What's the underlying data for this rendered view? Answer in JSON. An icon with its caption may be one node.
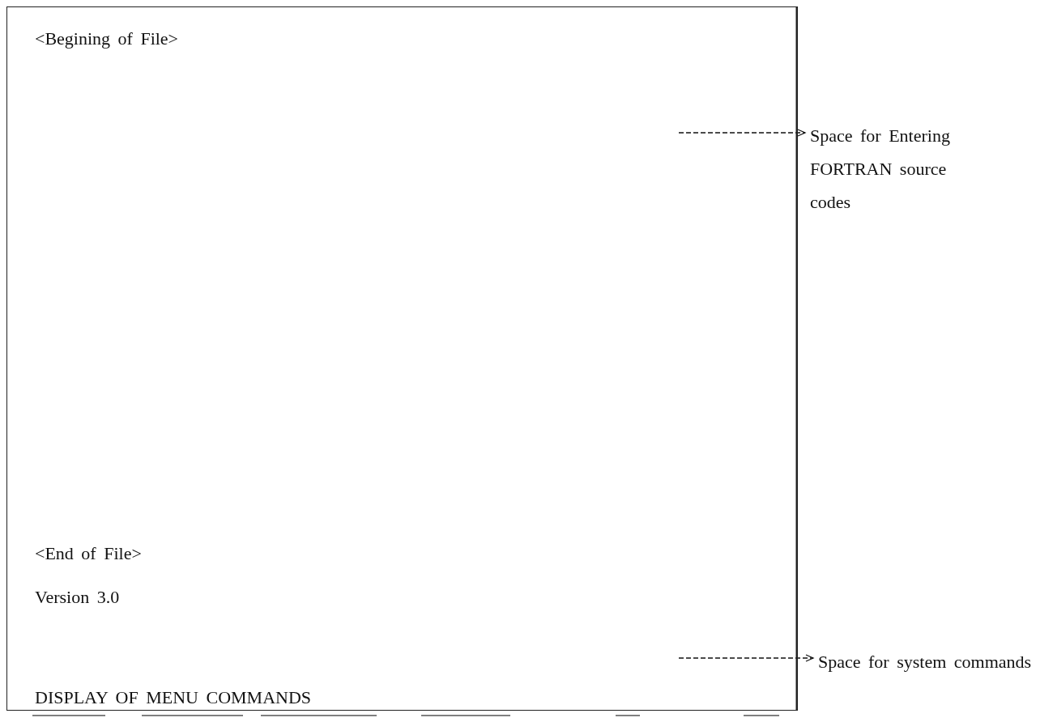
{
  "diagram": {
    "nodes": [
      {
        "text": [
          "<Begining of File>",
          "<End of File>",
          "Version 3.0",
          "DISPLAY OF MENU COMMANDS"
        ]
      },
      {
        "text": [
          "Space for Entering FORTRAN source codes"
        ]
      },
      {
        "text": [
          "Space for system commands"
        ]
      }
    ],
    "edges": [
      {
        "from": 0,
        "to": 1,
        "arrow": "to",
        "style": "dashed"
      },
      {
        "from": 0,
        "to": 2,
        "arrow": "to",
        "style": "dashed"
      }
    ]
  }
}
